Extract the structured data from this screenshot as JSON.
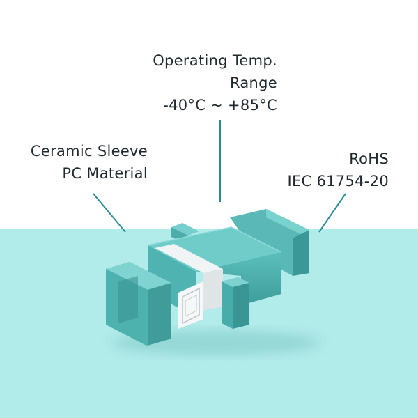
{
  "labels": {
    "operating": [
      "Operating Temp.",
      "Range",
      "-40°C ~ +85°C"
    ],
    "sleeve": [
      "Ceramic Sleeve",
      "PC Material"
    ],
    "compliance": [
      "RoHS",
      "IEC 61754-20"
    ]
  },
  "product": {
    "name_icon": "sc-fiber-adapter-icon"
  },
  "colors": {
    "background": "#ffffff",
    "band": "#b1ebea",
    "adapter_body": "#4fb7b4",
    "adapter_shadow": "#3a9a98",
    "adapter_highlight": "#77cdca",
    "clip": "#e9edee",
    "callout_line": "#2a8b96",
    "text": "#1f2a2e"
  }
}
